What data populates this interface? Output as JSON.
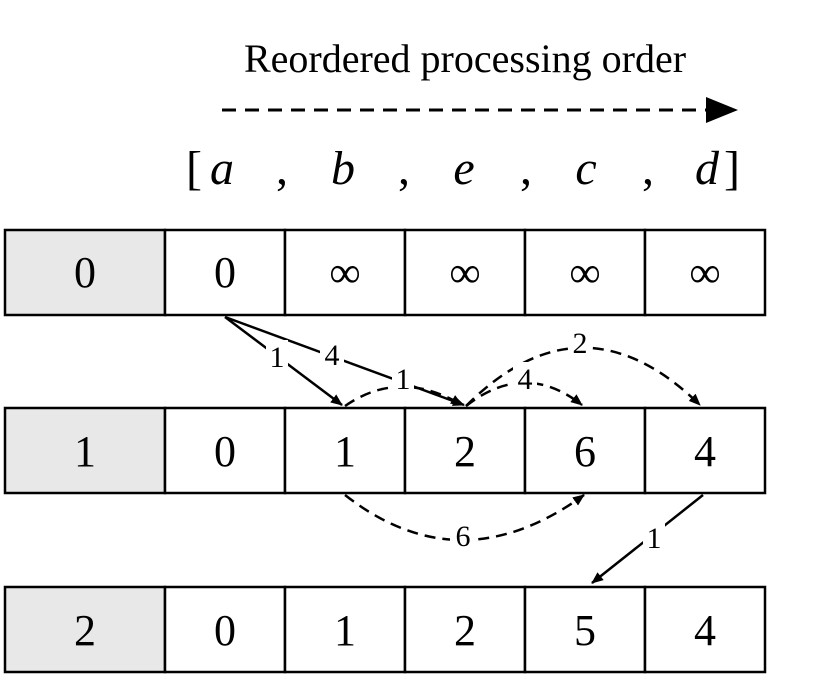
{
  "title": "Reordered processing order",
  "sequence": {
    "open_bracket": "[",
    "close_bracket": "]",
    "separator": ",",
    "items": [
      "a",
      "b",
      "e",
      "c",
      "d"
    ]
  },
  "rows": [
    {
      "iteration": "0",
      "values": [
        "0",
        "∞",
        "∞",
        "∞",
        "∞"
      ]
    },
    {
      "iteration": "1",
      "values": [
        "0",
        "1",
        "2",
        "6",
        "4"
      ]
    },
    {
      "iteration": "2",
      "values": [
        "0",
        "1",
        "2",
        "5",
        "4"
      ]
    }
  ],
  "edges": [
    {
      "from": "a",
      "to": "b",
      "weight": "1",
      "style": "solid"
    },
    {
      "from": "a",
      "to": "e",
      "weight": "4",
      "style": "solid"
    },
    {
      "from": "b",
      "to": "e",
      "weight": "1",
      "style": "dashed"
    },
    {
      "from": "e",
      "to": "c",
      "weight": "4",
      "style": "dashed"
    },
    {
      "from": "e",
      "to": "d",
      "weight": "2",
      "style": "dashed"
    },
    {
      "from": "b",
      "to": "c",
      "weight": "6",
      "style": "dashed"
    },
    {
      "from": "d",
      "to": "c",
      "weight": "1",
      "style": "solid"
    }
  ],
  "colors": {
    "stroke": "#000000",
    "iteration_fill": "#e8e8e8",
    "cell_fill": "#ffffff"
  }
}
